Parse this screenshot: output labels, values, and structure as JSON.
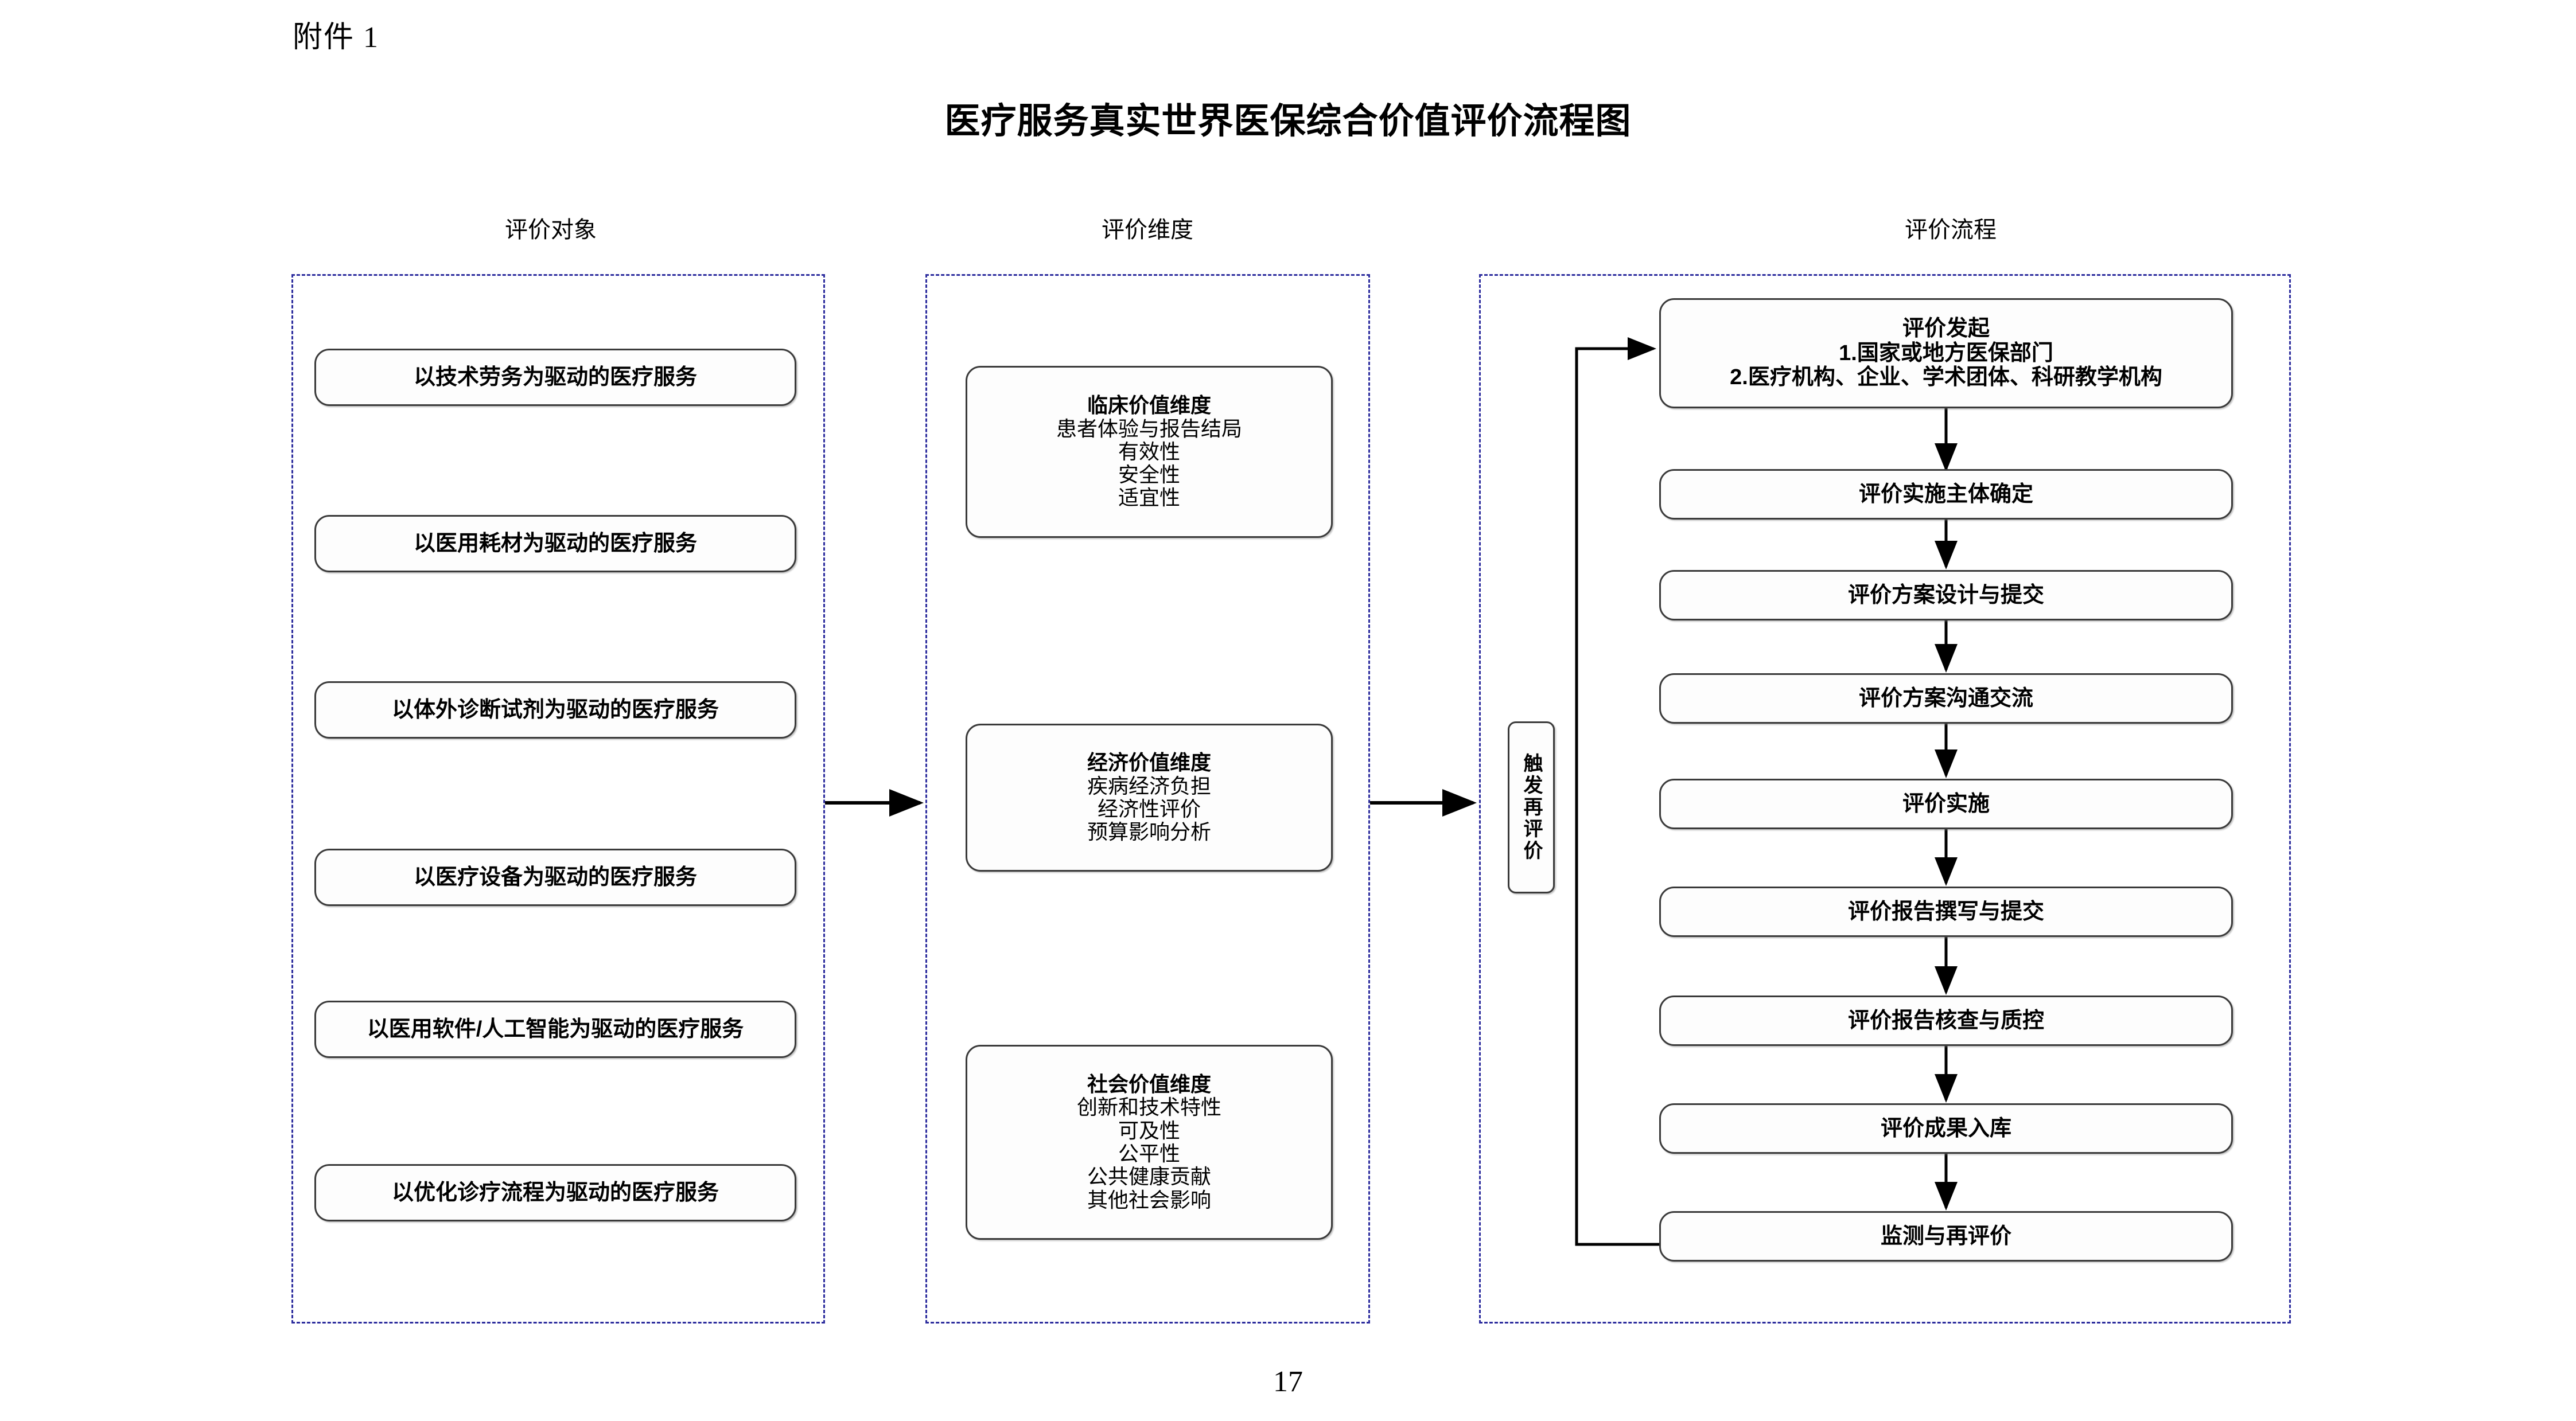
{
  "document": {
    "attachment_label": "附件 1",
    "title": "医疗服务真实世界医保综合价值评价流程图",
    "page_number": "17"
  },
  "colors": {
    "panel_border": "#2d2d9e",
    "node_border": "#3a3a3a",
    "connector": "#000000",
    "text": "#000000"
  },
  "columns": [
    {
      "caption": "评价对象"
    },
    {
      "caption": "评价维度"
    },
    {
      "caption": "评价流程"
    }
  ],
  "evaluation_objects": {
    "caption": "评价对象",
    "items": [
      {
        "label": "以技术劳务为驱动的医疗服务"
      },
      {
        "label": "以医用耗材为驱动的医疗服务"
      },
      {
        "label": "以体外诊断试剂为驱动的医疗服务"
      },
      {
        "label": "以医疗设备为驱动的医疗服务"
      },
      {
        "label": "以医用软件/人工智能为驱动的医疗服务"
      },
      {
        "label": "以优化诊疗流程为驱动的医疗服务"
      }
    ]
  },
  "evaluation_dimensions": {
    "caption": "评价维度",
    "groups": [
      {
        "title": "临床价值维度",
        "items": [
          "患者体验与报告结局",
          "有效性",
          "安全性",
          "适宜性"
        ]
      },
      {
        "title": "经济价值维度",
        "items": [
          "疾病经济负担",
          "经济性评价",
          "预算影响分析"
        ]
      },
      {
        "title": "社会价值维度",
        "items": [
          "创新和技术特性",
          "可及性",
          "公平性",
          "公共健康贡献",
          "其他社会影响"
        ]
      }
    ]
  },
  "evaluation_process": {
    "caption": "评价流程",
    "trigger_label": "触发再评价",
    "steps": [
      {
        "title": "评价发起",
        "items": [
          "1.国家或地方医保部门",
          "2.医疗机构、企业、学术团体、科研教学机构"
        ]
      },
      {
        "title": "评价实施主体确定",
        "items": []
      },
      {
        "title": "评价方案设计与提交",
        "items": []
      },
      {
        "title": "评价方案沟通交流",
        "items": []
      },
      {
        "title": "评价实施",
        "items": []
      },
      {
        "title": "评价报告撰写与提交",
        "items": []
      },
      {
        "title": "评价报告核查与质控",
        "items": []
      },
      {
        "title": "评价成果入库",
        "items": []
      },
      {
        "title": "监测与再评价",
        "items": []
      }
    ]
  }
}
